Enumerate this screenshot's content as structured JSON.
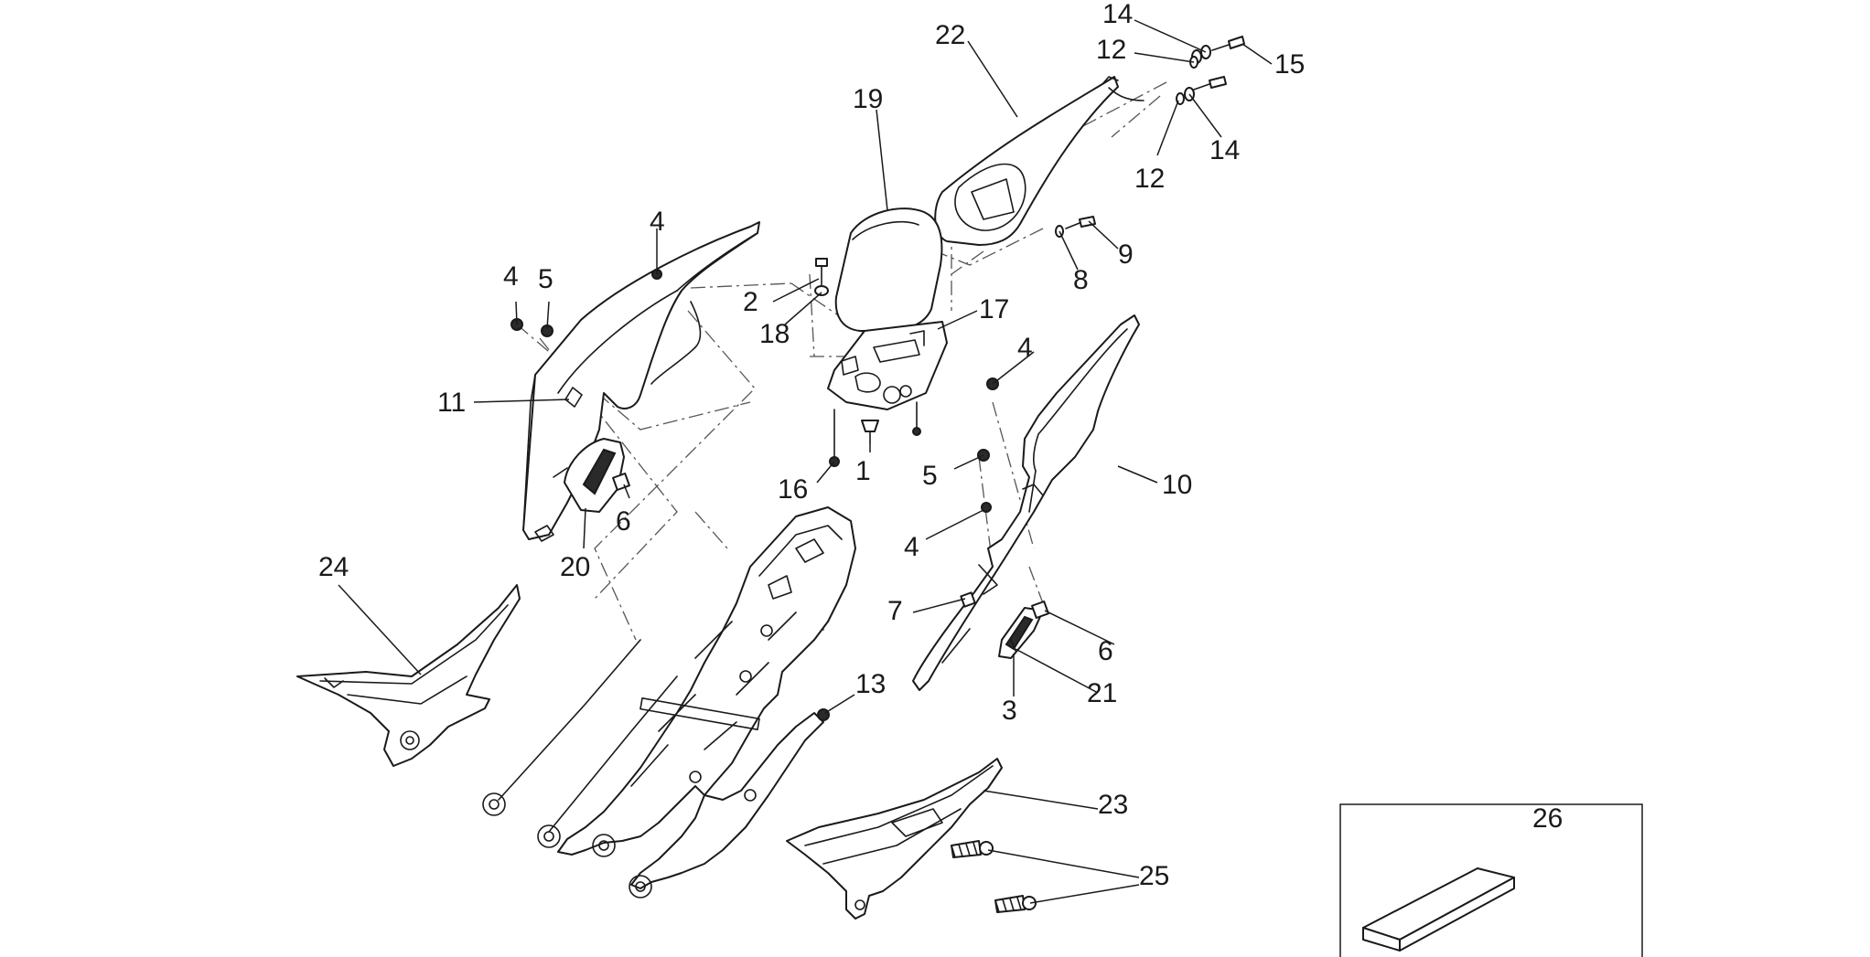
{
  "callouts": [
    {
      "id": "c14a",
      "label": "14"
    },
    {
      "id": "c22",
      "label": "22"
    },
    {
      "id": "c12a",
      "label": "12"
    },
    {
      "id": "c15",
      "label": "15"
    },
    {
      "id": "c19",
      "label": "19"
    },
    {
      "id": "c14b",
      "label": "14"
    },
    {
      "id": "c12b",
      "label": "12"
    },
    {
      "id": "c4a",
      "label": "4"
    },
    {
      "id": "c9",
      "label": "9"
    },
    {
      "id": "c8",
      "label": "8"
    },
    {
      "id": "c4b",
      "label": "4"
    },
    {
      "id": "c5a",
      "label": "5"
    },
    {
      "id": "c2",
      "label": "2"
    },
    {
      "id": "c17",
      "label": "17"
    },
    {
      "id": "c18",
      "label": "18"
    },
    {
      "id": "c4c",
      "label": "4"
    },
    {
      "id": "c11",
      "label": "11"
    },
    {
      "id": "c16",
      "label": "16"
    },
    {
      "id": "c1",
      "label": "1"
    },
    {
      "id": "c5b",
      "label": "5"
    },
    {
      "id": "c10",
      "label": "10"
    },
    {
      "id": "c6a",
      "label": "6"
    },
    {
      "id": "c4d",
      "label": "4"
    },
    {
      "id": "c20",
      "label": "20"
    },
    {
      "id": "c24",
      "label": "24"
    },
    {
      "id": "c7",
      "label": "7"
    },
    {
      "id": "c6b",
      "label": "6"
    },
    {
      "id": "c13",
      "label": "13"
    },
    {
      "id": "c21",
      "label": "21"
    },
    {
      "id": "c3",
      "label": "3"
    },
    {
      "id": "c23",
      "label": "23"
    },
    {
      "id": "c26",
      "label": "26"
    },
    {
      "id": "c25",
      "label": "25"
    }
  ]
}
